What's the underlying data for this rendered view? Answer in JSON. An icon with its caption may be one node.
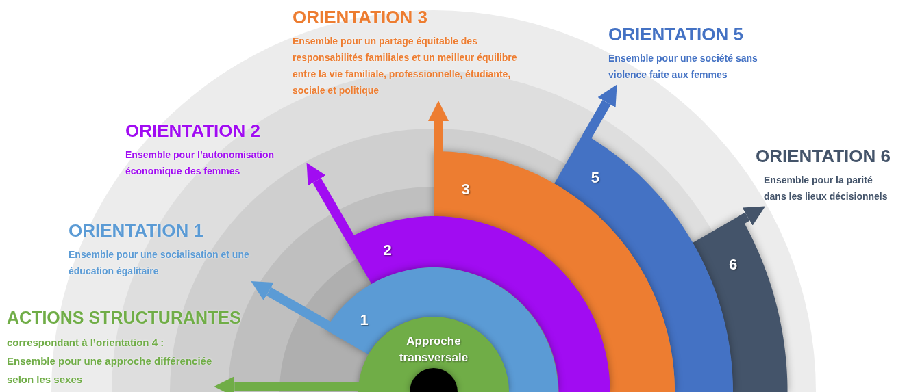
{
  "diagram": {
    "nodes": [
      {
        "text": [
          "ORIENTATION 3",
          "Ensemble pour un partage équitable des responsabilités familiales et un meilleur équilibre entre la vie familiale, professionnelle, étudiante, sociale et politique"
        ]
      },
      {
        "text": [
          "ORIENTATION 5",
          "Ensemble pour une société sans violence faite aux femmes"
        ]
      },
      {
        "text": [
          "ORIENTATION 2",
          "Ensemble pour l’autonomisation économique des femmes"
        ]
      },
      {
        "text": [
          "ORIENTATION 6",
          "Ensemble pour la parité dans les lieux décisionnels"
        ]
      },
      {
        "text": [
          "ORIENTATION 1",
          "Ensemble pour une socialisation et une éducation égalitaire"
        ]
      },
      {
        "text": [
          "ACTIONS STRUCTURANTES",
          "correspondant à l’orientation 4 : Ensemble pour une approche différenciée selon les sexes"
        ]
      },
      {
        "text": [
          "3"
        ]
      },
      {
        "text": [
          "5"
        ]
      },
      {
        "text": [
          "2"
        ]
      },
      {
        "text": [
          "6"
        ]
      },
      {
        "text": [
          "1"
        ]
      },
      {
        "text": [
          "Approche transversale"
        ]
      },
      {
        "text": [],
        "shape": "circle",
        "in": 11
      }
    ],
    "edges": [
      {
        "from": 10,
        "to": 4,
        "arrow": "to",
        "color": "#5b9bd5"
      },
      {
        "from": 8,
        "to": 2,
        "arrow": "to",
        "color": "#a10cf2"
      },
      {
        "from": 6,
        "to": 0,
        "arrow": "to",
        "color": "#ed7d31"
      },
      {
        "from": 7,
        "to": 1,
        "arrow": "to",
        "color": "#4472c4"
      },
      {
        "from": 9,
        "to": 3,
        "arrow": "to",
        "color": "#44546a"
      },
      {
        "from": 11,
        "to": 5,
        "arrow": "to",
        "color": "#70ad47"
      }
    ]
  }
}
